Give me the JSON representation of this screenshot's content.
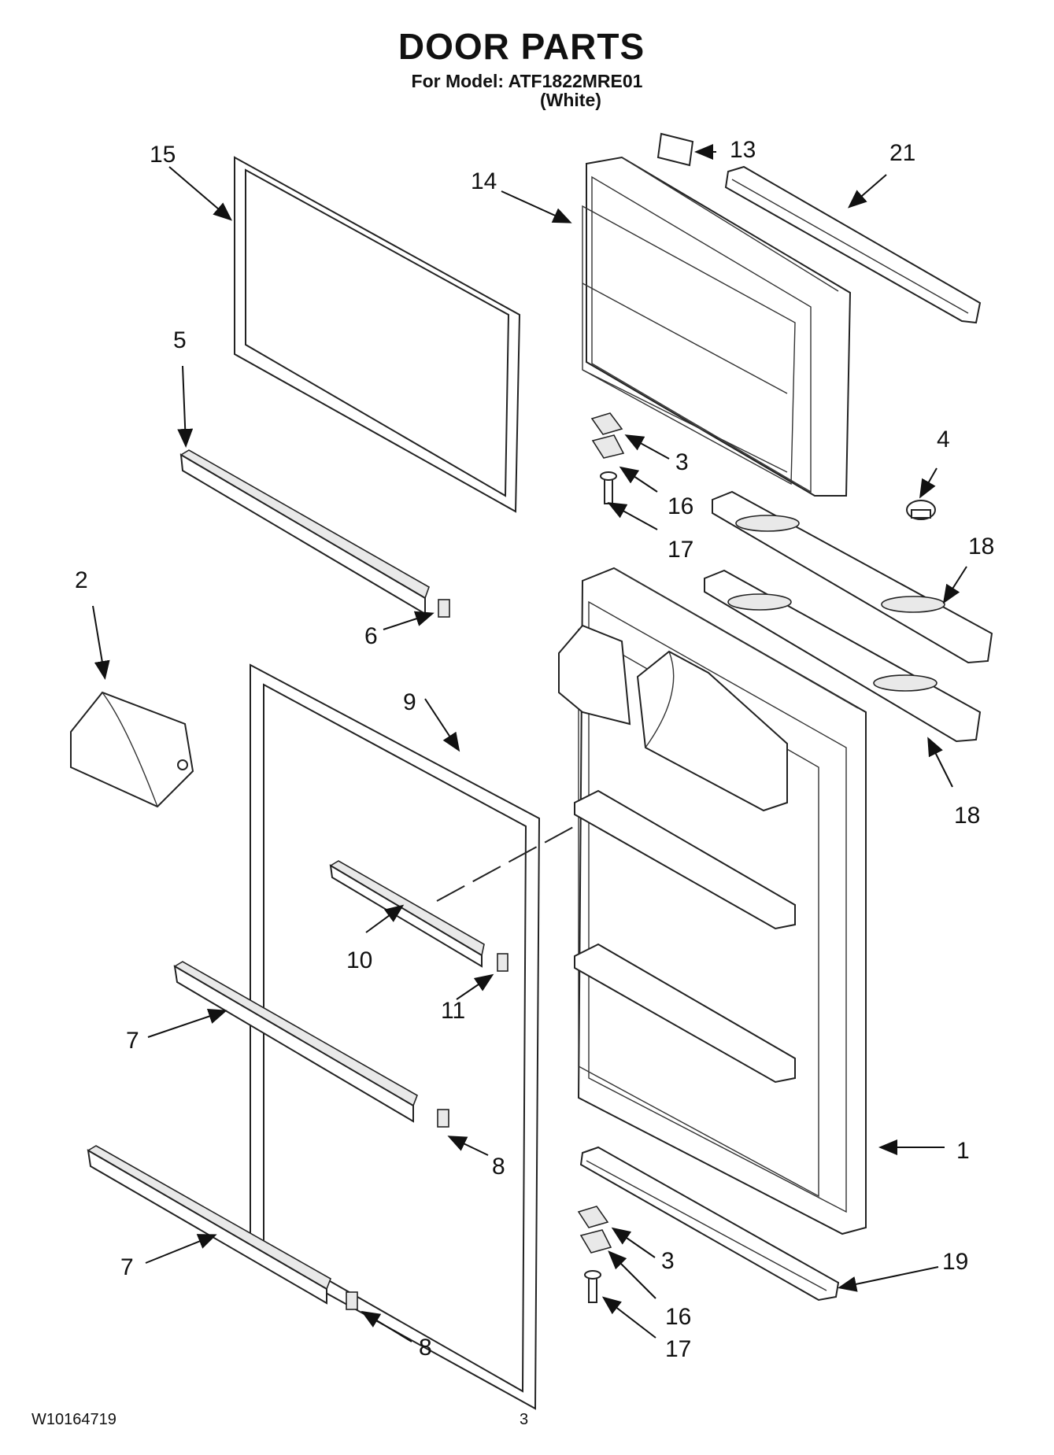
{
  "header": {
    "title": "DOOR PARTS",
    "model_line": "For Model: ATF1822MRE01",
    "color_note": "(White)"
  },
  "footer": {
    "doc_code": "W10164719",
    "page_number": "3"
  },
  "callouts": {
    "c1": "1",
    "c2": "2",
    "c3a": "3",
    "c3b": "3",
    "c4": "4",
    "c5": "5",
    "c6": "6",
    "c7a": "7",
    "c7b": "7",
    "c8a": "8",
    "c8b": "8",
    "c9": "9",
    "c10": "10",
    "c11": "11",
    "c13": "13",
    "c14": "14",
    "c15": "15",
    "c16a": "16",
    "c16b": "16",
    "c17a": "17",
    "c17b": "17",
    "c18a": "18",
    "c18b": "18",
    "c19": "19",
    "c21": "21"
  },
  "colors": {
    "ink": "#111111",
    "paper": "#ffffff",
    "fill": "#e9e9e9"
  }
}
